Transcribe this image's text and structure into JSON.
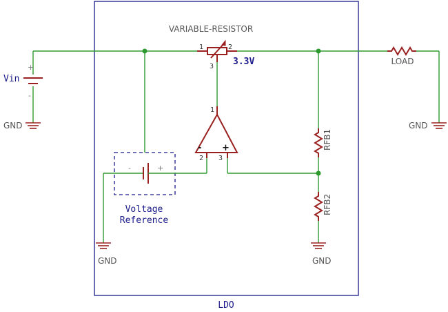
{
  "labels": {
    "vin": "Vin",
    "gnd_vin": "GND",
    "gnd_load": "GND",
    "gnd_vref": "GND",
    "gnd_rfb2": "GND",
    "variable_resistor": "VARIABLE-RESISTOR",
    "voltage_3v3": "3.3V",
    "load": "LOAD",
    "rfb1": "RFB1",
    "rfb2": "RFB2",
    "voltage_reference_line1": "Voltage",
    "voltage_reference_line2": "Reference",
    "ldo": "LDO"
  },
  "pins": {
    "vr_pin1": "1",
    "vr_pin2": "2",
    "vr_pin3": "3",
    "op_pin1": "1",
    "op_pin2": "2",
    "op_pin3": "3"
  },
  "signs": {
    "vin_plus": "+",
    "vin_minus": "-",
    "vref_minus": "-",
    "vref_plus": "+",
    "op_minus": "-",
    "op_plus": "+"
  },
  "colors": {
    "wire": "#2e9a2e",
    "component": "#9b2020",
    "frame": "#1a1a8a",
    "label": "#555555"
  }
}
